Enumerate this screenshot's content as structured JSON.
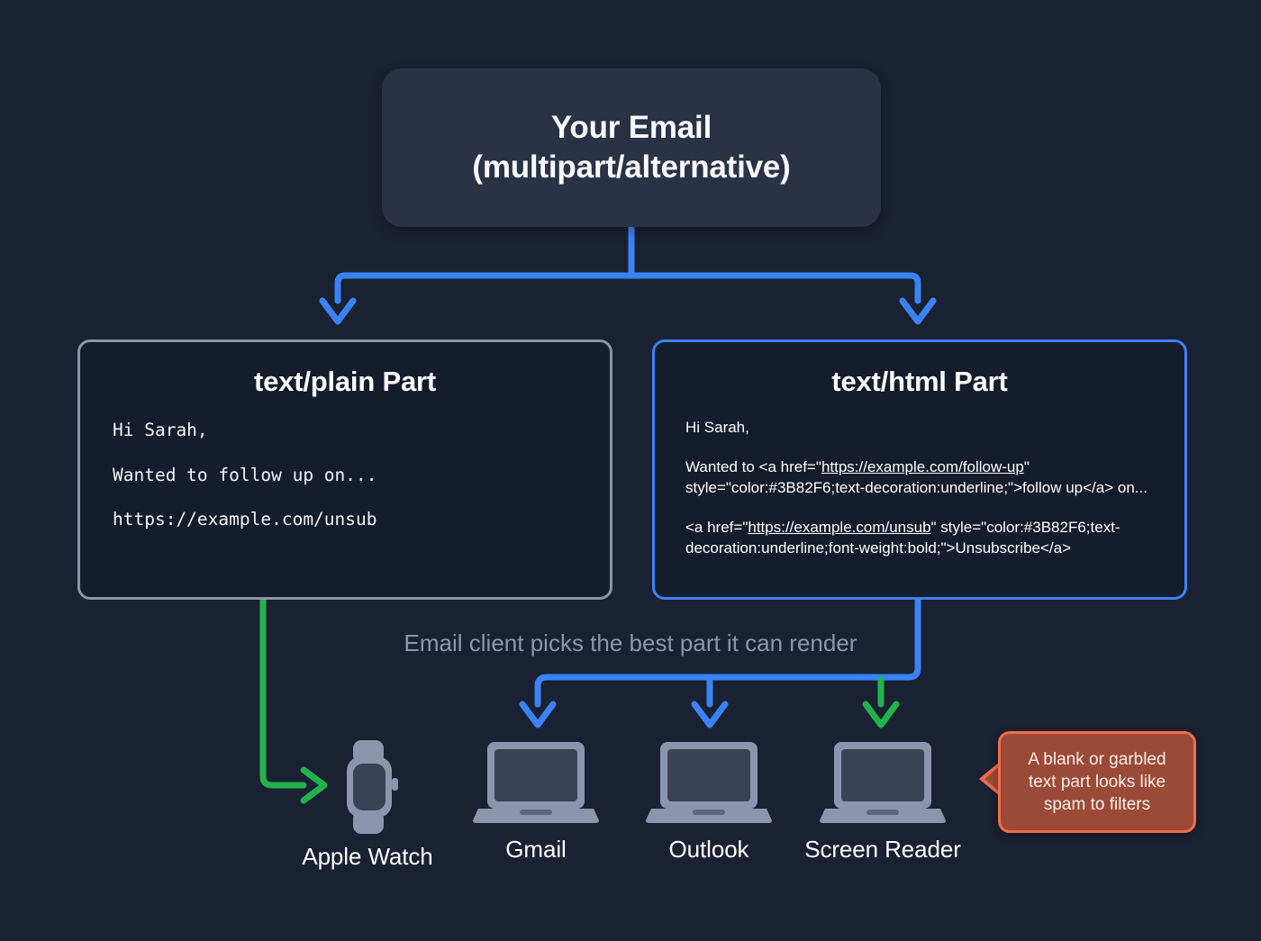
{
  "colors": {
    "background": "#1a2132",
    "panel_fill": "#151c2c",
    "root_fill": "#2a3345",
    "blue": "#3b82f6",
    "green": "#22b24c",
    "gray_border": "#8b93a5",
    "callout_fill": "#9b4a38",
    "callout_border": "#f06d4a",
    "device_body": "#8b96ae",
    "device_screen": "#3a4356",
    "caption_text": "#8d97ac"
  },
  "root": {
    "line1": "Your Email",
    "line2": "(multipart/alternative)"
  },
  "plain_part": {
    "title": "text/plain Part",
    "lines": [
      "Hi Sarah,",
      "Wanted to follow up on...",
      "https://example.com/unsub"
    ]
  },
  "html_part": {
    "title": "text/html Part",
    "greeting": "Hi Sarah,",
    "para2": {
      "pre": "Wanted to <a href=\"",
      "url": "https://example.com/follow-up",
      "post": "\" style=\"color:#3B82F6;text-decoration:underline;\">follow up</a> on..."
    },
    "para3": {
      "pre": "<a href=\"",
      "url": "https://example.com/unsub",
      "post": "\" style=\"color:#3B82F6;text-decoration:underline;font-weight:bold;\">Unsubscribe</a>"
    }
  },
  "caption": "Email client picks the best part it can render",
  "devices": [
    {
      "label": "Apple Watch",
      "icon": "apple-watch-icon",
      "arrow_color": "#22b24c",
      "source": "text/plain"
    },
    {
      "label": "Gmail",
      "icon": "laptop-icon",
      "arrow_color": "#3b82f6",
      "source": "text/html"
    },
    {
      "label": "Outlook",
      "icon": "laptop-icon",
      "arrow_color": "#3b82f6",
      "source": "text/html"
    },
    {
      "label": "Screen Reader",
      "icon": "laptop-icon",
      "arrow_color": "#22b24c",
      "source": "text/html"
    }
  ],
  "callout": {
    "line1": "A blank or garbled",
    "line2": "text part looks like",
    "line3": "spam to filters"
  }
}
